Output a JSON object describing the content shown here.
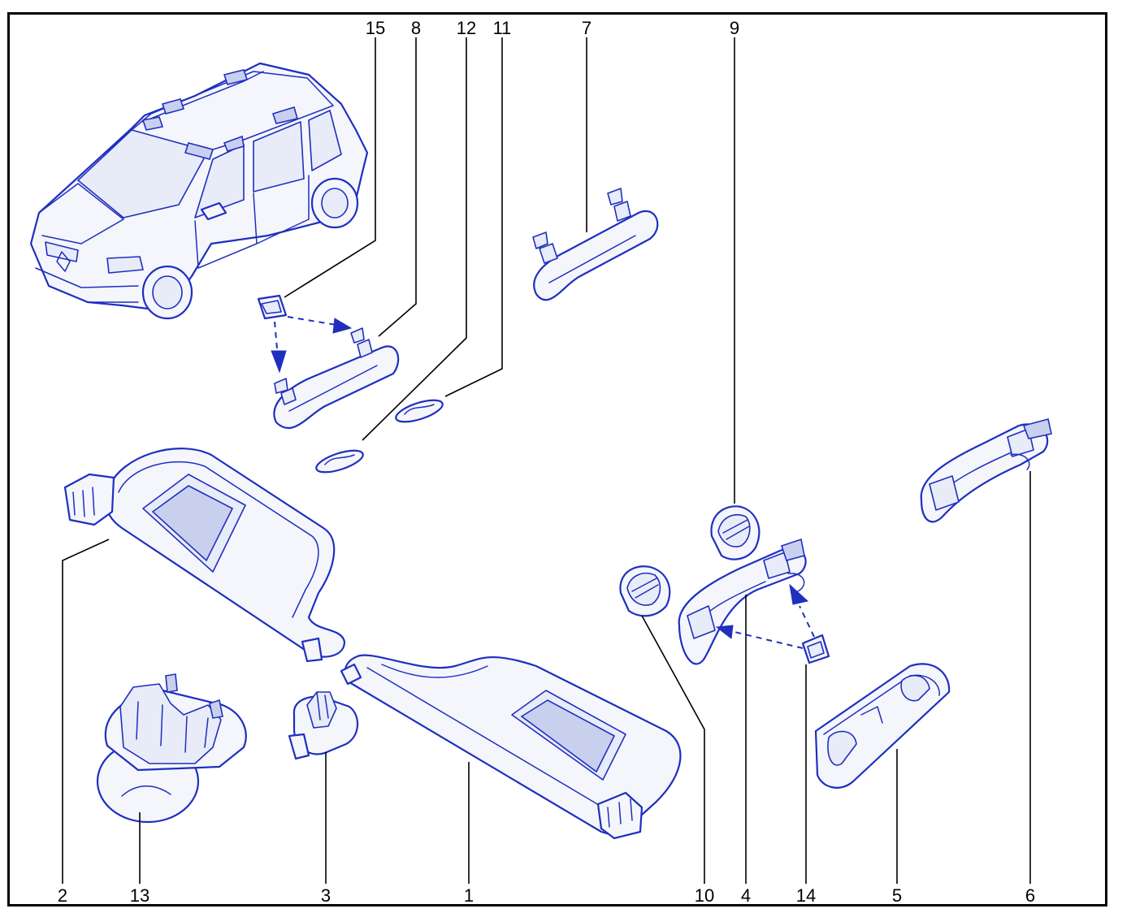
{
  "callouts": {
    "top": [
      "15",
      "8",
      "12",
      "11",
      "7",
      "9"
    ],
    "bottom": [
      "2",
      "13",
      "3",
      "1",
      "10",
      "4",
      "14",
      "5",
      "6"
    ]
  },
  "colors": {
    "line": "#1f2fbf",
    "fill": "#f4f6fc",
    "frame": "#000000"
  }
}
